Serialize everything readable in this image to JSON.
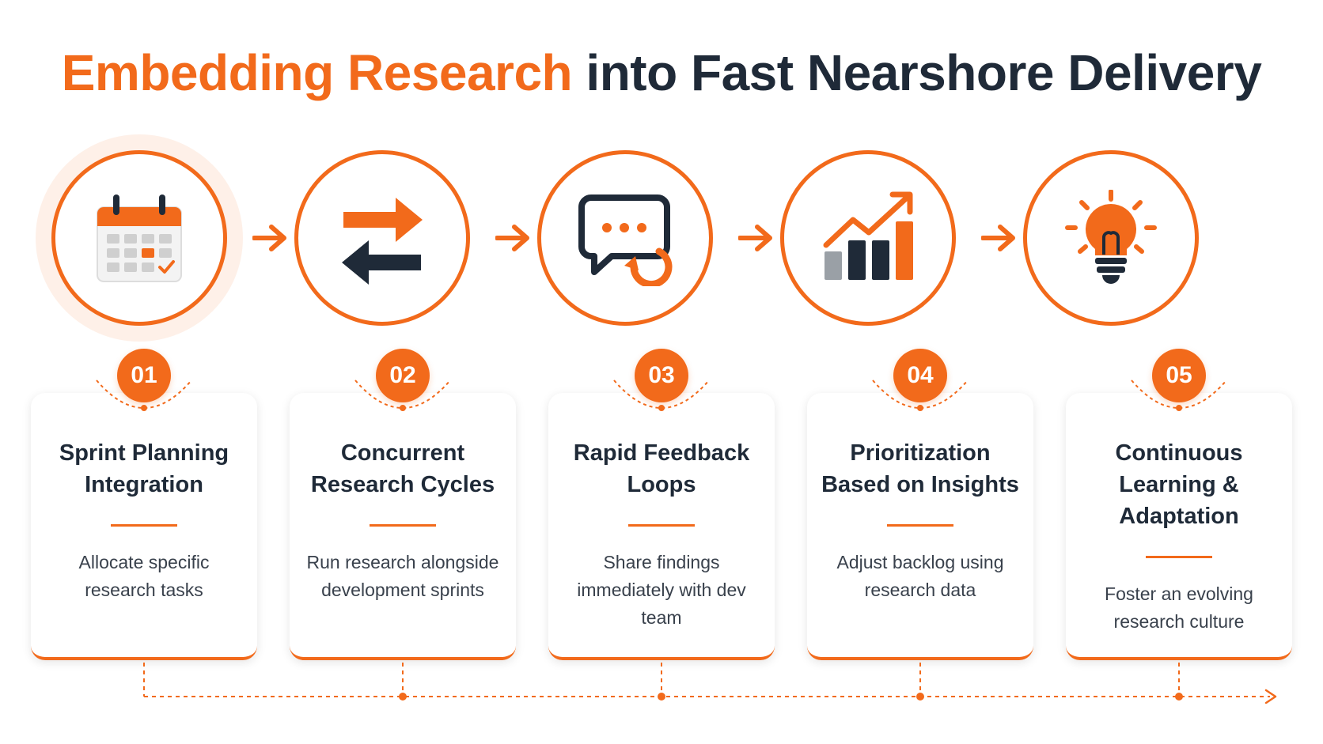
{
  "title": {
    "accent": "Embedding Research",
    "rest": " into Fast Nearshore Delivery"
  },
  "colors": {
    "accent": "#f26a1b",
    "dark": "#1f2a38",
    "gray": "#9aa0a6"
  },
  "steps": [
    {
      "number": "01",
      "title": "Sprint Planning Integration",
      "description": "Allocate specific research tasks",
      "icon": "calendar-icon"
    },
    {
      "number": "02",
      "title": "Concurrent Research Cycles",
      "description": "Run research alongside development sprints",
      "icon": "swap-arrows-icon"
    },
    {
      "number": "03",
      "title": "Rapid Feedback Loops",
      "description": "Share findings immediately with dev team",
      "icon": "chat-feedback-icon"
    },
    {
      "number": "04",
      "title": "Prioritization Based on Insights",
      "description": "Adjust backlog using research data",
      "icon": "growth-chart-icon"
    },
    {
      "number": "05",
      "title": "Continuous Learning & Adaptation",
      "description": "Foster an evolving research culture",
      "icon": "lightbulb-icon"
    }
  ]
}
